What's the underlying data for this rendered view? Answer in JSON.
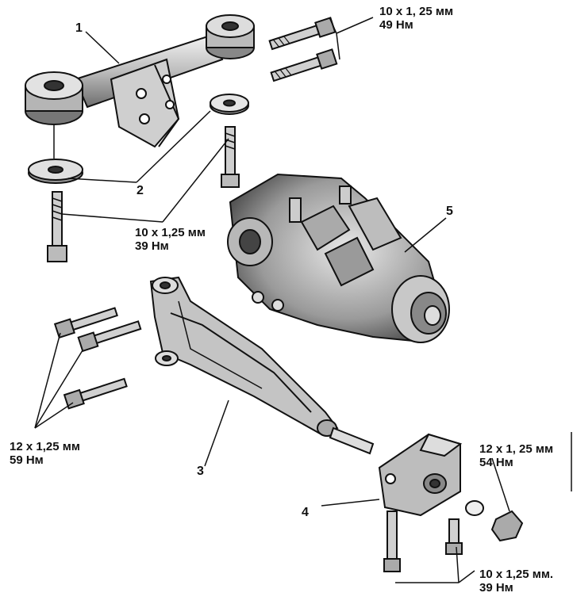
{
  "callouts": {
    "c1": {
      "number": "1"
    },
    "c2": {
      "number": "2"
    },
    "c3": {
      "number": "3"
    },
    "c4": {
      "number": "4"
    },
    "c5": {
      "number": "5"
    }
  },
  "specs": {
    "top_right": {
      "size": "10 x 1, 25 мм",
      "torque": "49 Нм"
    },
    "mid_left": {
      "size": "10 x 1,25 мм",
      "torque": "39 Нм"
    },
    "bottom_left": {
      "size": "12 x 1,25 мм",
      "torque": "59 Нм"
    },
    "right": {
      "size": "12 x 1, 25 мм",
      "torque": "54 Нм"
    },
    "bottom_right": {
      "size": "10 x 1,25 мм.",
      "torque": "39 Нм"
    }
  },
  "colors": {
    "ink": "#111111",
    "paper": "#ffffff",
    "shade": "#8a8a8a",
    "light": "#d6d6d6"
  }
}
